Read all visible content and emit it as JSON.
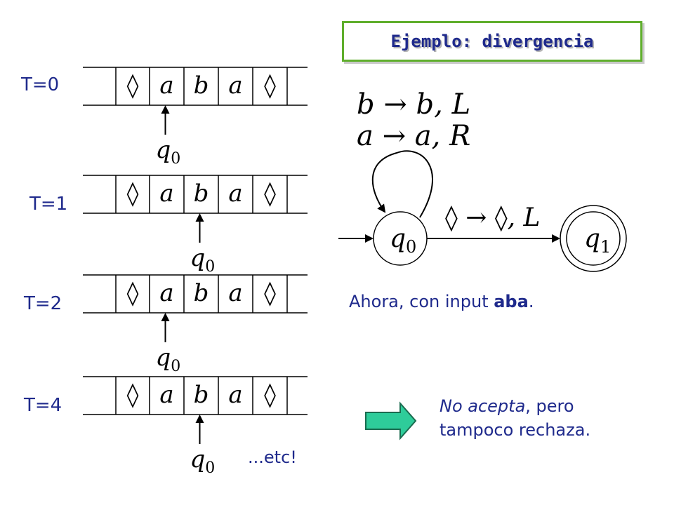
{
  "title": "Ejemplo: divergencia",
  "rule_b": "b → b, L",
  "rule_a": "a → a, R",
  "transition_label": "◊ → ◊, L",
  "state_q0": "q0",
  "state_q1": "q1",
  "tape_symbols": [
    "◊",
    "a",
    "b",
    "a",
    "◊"
  ],
  "head_label": "q0",
  "tapes": [
    {
      "time": "T=0",
      "head_cell": 1
    },
    {
      "time": "T=1",
      "head_cell": 2
    },
    {
      "time": "T=2",
      "head_cell": 1
    },
    {
      "time": "T=4",
      "head_cell": 2
    }
  ],
  "caption": {
    "prefix": "Ahora, con input ",
    "bold": "aba",
    "suffix": "."
  },
  "conclusion": {
    "italic": "No acepta",
    "rest1": ", pero",
    "line2": "tampoco rechaza."
  },
  "etc": "...etc!",
  "colors": {
    "arrow": "#2ecc9a",
    "title_border": "#5fae2c",
    "text": "#1f2a8c"
  }
}
